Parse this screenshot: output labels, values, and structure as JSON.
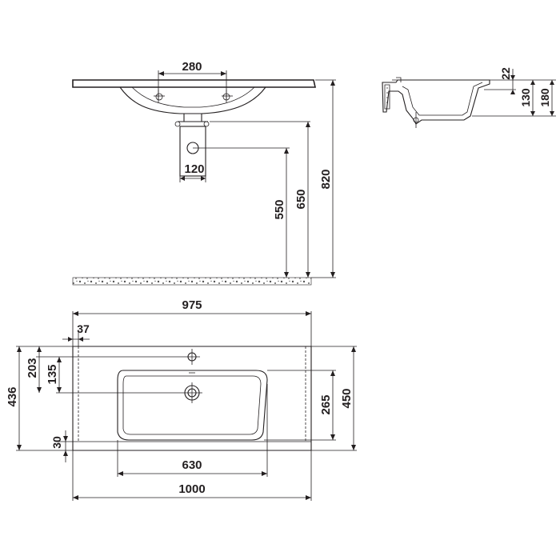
{
  "drawing": {
    "line_color": "#231f20",
    "background": "#ffffff",
    "front_view": {
      "dims": {
        "tap_spacing": "280",
        "siphon_width": "120",
        "outlet_height": "550",
        "basin_underside_height": "650",
        "total_height": "820"
      }
    },
    "side_view": {
      "dims": {
        "rim_thickness": "22",
        "bowl_depth": "130",
        "total_depth": "180"
      }
    },
    "top_view": {
      "dims": {
        "outer_width": "1000",
        "inner_width": "975",
        "tap_offset": "37",
        "bowl_width": "630",
        "total_depth": "436",
        "tap_hole_depth": "203",
        "bowl_top_to_drain": "135",
        "front_edge": "30",
        "bowl_depth": "265",
        "overall_depth": "450"
      }
    }
  }
}
